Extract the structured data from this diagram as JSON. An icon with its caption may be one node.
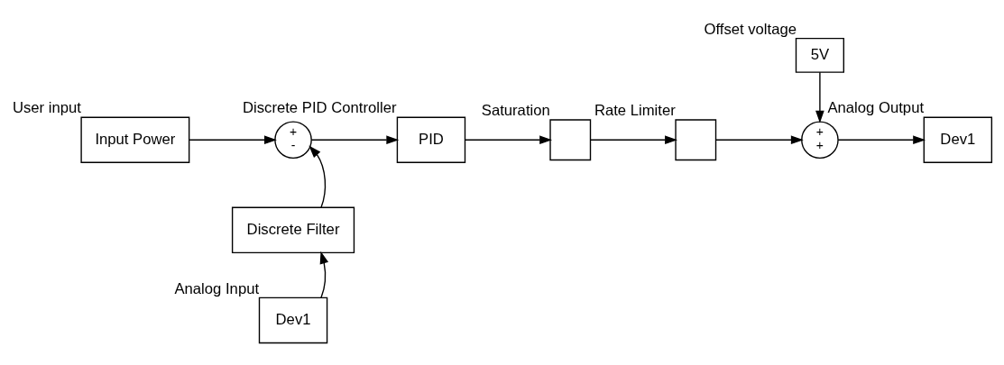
{
  "diagram": {
    "nodes": [
      {
        "text": [
          "Input Power"
        ],
        "beside": [
          "User input"
        ]
      },
      {
        "text": [
          "+",
          "-"
        ]
      },
      {
        "text": [
          "PID"
        ],
        "beside": [
          "Discrete PID Controller"
        ]
      },
      {
        "text": [],
        "shape": "box",
        "beside": [
          "Saturation"
        ]
      },
      {
        "text": [],
        "shape": "box",
        "beside": [
          "Rate Limiter"
        ]
      },
      {
        "text": [
          "+",
          "+"
        ]
      },
      {
        "text": [
          "5V"
        ],
        "beside": [
          "Offset voltage"
        ]
      },
      {
        "text": [
          "Dev1"
        ],
        "beside": [
          "Analog Output"
        ]
      },
      {
        "text": [
          "Discrete Filter"
        ]
      },
      {
        "text": [
          "Dev1"
        ],
        "beside": [
          "Analog Input"
        ]
      }
    ],
    "edges": [
      {
        "from": 0,
        "to": 1,
        "arrow": "to"
      },
      {
        "from": 1,
        "to": 2,
        "arrow": "to"
      },
      {
        "from": 2,
        "to": 3,
        "arrow": "to"
      },
      {
        "from": 3,
        "to": 4,
        "arrow": "to"
      },
      {
        "from": 4,
        "to": 5,
        "arrow": "to"
      },
      {
        "from": 5,
        "to": 7,
        "arrow": "to"
      },
      {
        "from": 6,
        "to": 5,
        "arrow": "to"
      },
      {
        "from": 8,
        "to": 1,
        "arrow": "to"
      },
      {
        "from": 9,
        "to": 8,
        "arrow": "to"
      }
    ]
  }
}
